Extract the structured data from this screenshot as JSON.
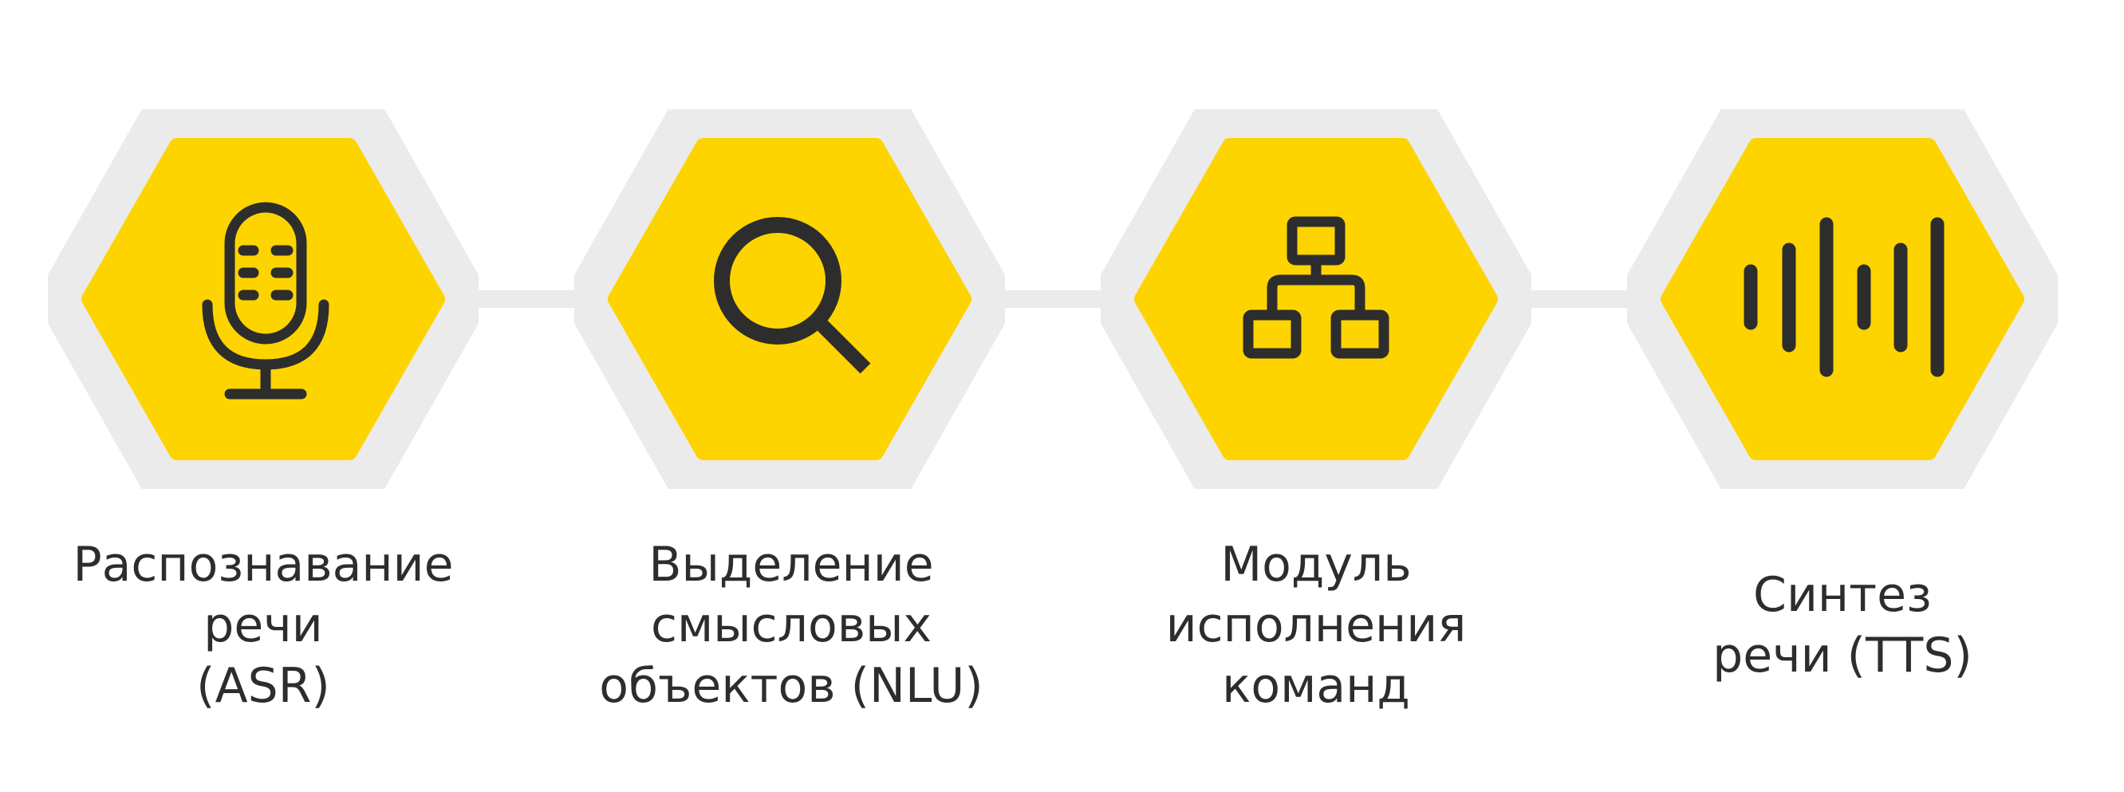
{
  "colors": {
    "outer_hex": "#ebebeb",
    "inner_hex": "#fed400",
    "icon": "#2d2d2d",
    "text": "#2d2d2d"
  },
  "steps": [
    {
      "icon": "microphone-icon",
      "lines": [
        "Распознавание",
        "речи",
        "(ASR)"
      ]
    },
    {
      "icon": "search-icon",
      "lines": [
        "Выделение",
        "смысловых",
        "объектов (NLU)"
      ]
    },
    {
      "icon": "sitemap-icon",
      "lines": [
        "Модуль",
        "исполнения",
        "команд"
      ]
    },
    {
      "icon": "waveform-icon",
      "lines": [
        "Синтез",
        "речи (TTS)"
      ]
    }
  ]
}
